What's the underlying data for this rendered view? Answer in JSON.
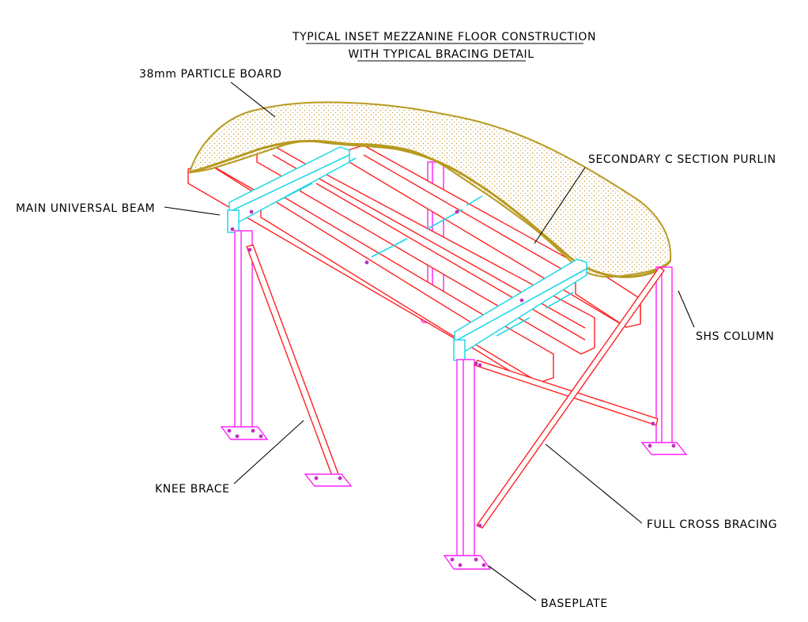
{
  "title": {
    "line1": "TYPICAL INSET MEZZANINE FLOOR CONSTRUCTION",
    "line2": "WITH TYPICAL BRACING DETAIL"
  },
  "labels": {
    "particle_board": "38mm PARTICLE BOARD",
    "main_beam": "MAIN UNIVERSAL BEAM",
    "purlin": "SECONDARY C SECTION PURLIN",
    "shs_column": "SHS COLUMN",
    "knee_brace": "KNEE BRACE",
    "cross_bracing": "FULL CROSS BRACING",
    "baseplate": "BASEPLATE"
  },
  "colors": {
    "purlin": "#ff2020",
    "column": "#ff20ff",
    "main_beam": "#20d8e8",
    "board_edge": "#b89a20"
  }
}
